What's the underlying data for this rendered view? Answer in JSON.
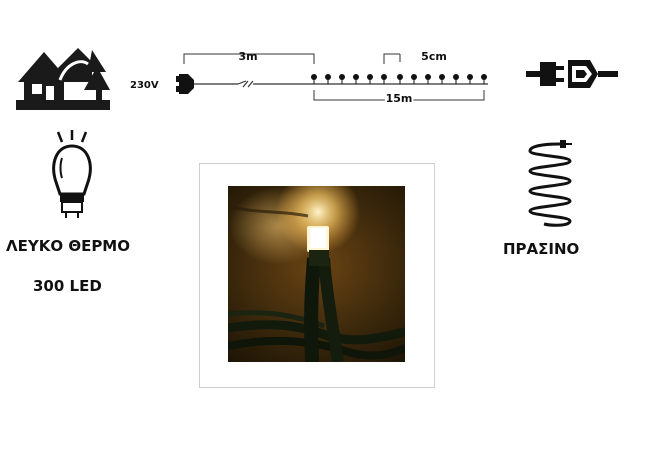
{
  "diagram": {
    "voltage": "230V",
    "lead_length": "3m",
    "spacing": "5cm",
    "lit_length": "15m"
  },
  "color_label": "ΛΕΥΚΟ ΘΕΡΜΟ",
  "led_count": "300 LED",
  "cable_label": "ΠΡΑΣΙΝΟ",
  "icons": {
    "outdoor": "house-trees-icon",
    "connector": "connector-plug-icon",
    "bulb": "led-bulb-icon",
    "cable": "coiled-cable-icon"
  }
}
